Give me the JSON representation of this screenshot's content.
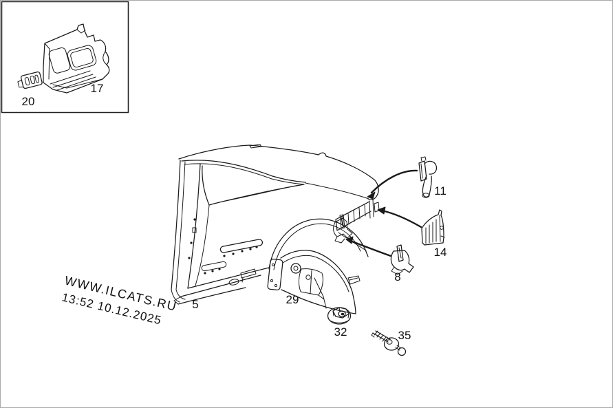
{
  "diagram": {
    "kind": "vehicle rear quarter panel parts diagram",
    "colors": {
      "background": "#ffffff",
      "line": "#1a1a1a",
      "border": "#a8a8a8"
    }
  },
  "watermark": {
    "site": "WWW.ILCATS.RU",
    "timestamp": "13:52 10.12.2025",
    "color": "#b5b5b5"
  },
  "part_labels": {
    "p5": "5",
    "p8": "8",
    "p11": "11",
    "p14": "14",
    "p17": "17",
    "p20": "20",
    "p29": "29",
    "p32": "32",
    "p35": "35"
  }
}
